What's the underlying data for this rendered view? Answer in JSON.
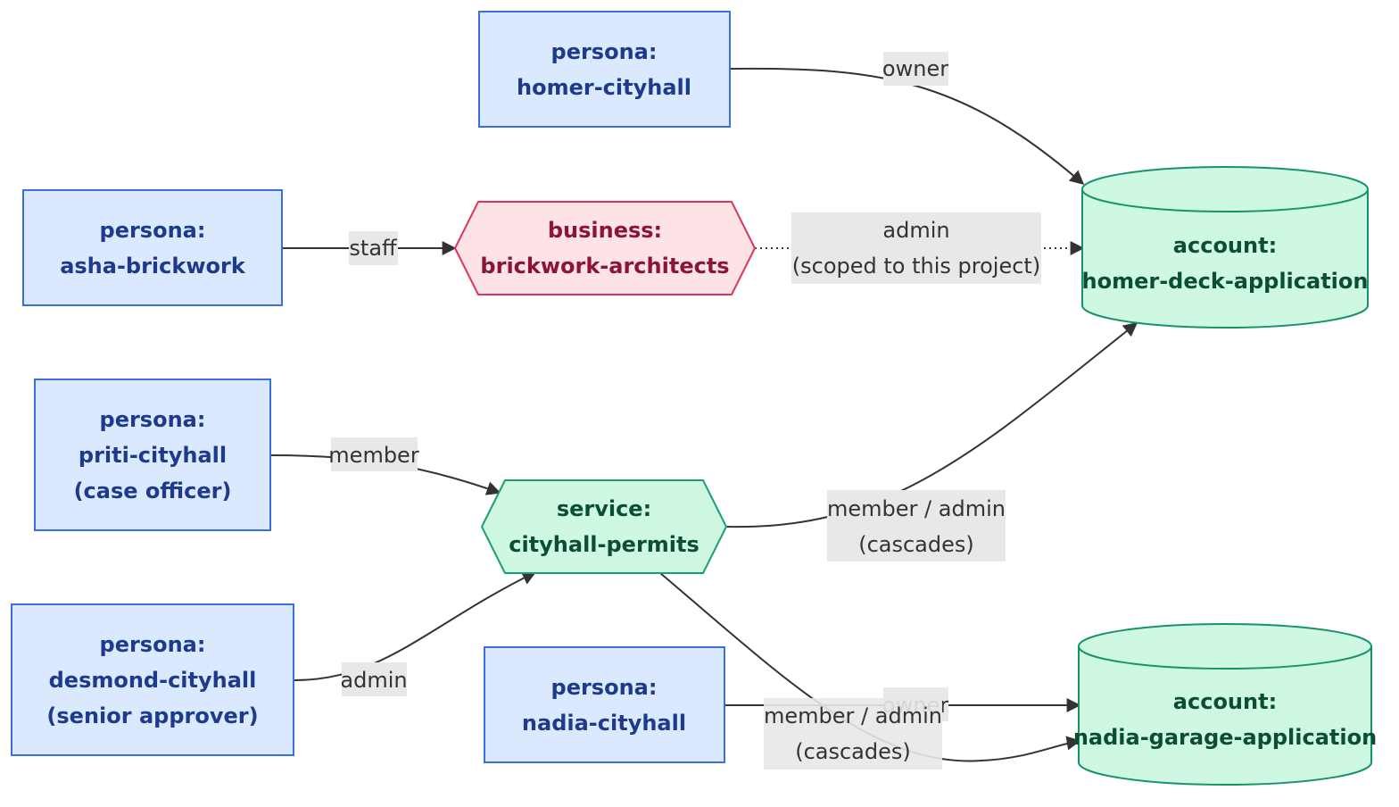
{
  "nodes": {
    "homer_cityhall": {
      "line1": "persona:",
      "line2": "homer-cityhall"
    },
    "asha_brickwork": {
      "line1": "persona:",
      "line2": "asha-brickwork"
    },
    "brickwork_architects": {
      "line1": "business:",
      "line2": "brickwork-architects"
    },
    "priti_cityhall": {
      "line1": "persona:",
      "line2": "priti-cityhall",
      "line3": "(case officer)"
    },
    "cityhall_permits": {
      "line1": "service:",
      "line2": "cityhall-permits"
    },
    "desmond_cityhall": {
      "line1": "persona:",
      "line2": "desmond-cityhall",
      "line3": "(senior approver)"
    },
    "nadia_cityhall": {
      "line1": "persona:",
      "line2": "nadia-cityhall"
    },
    "homer_deck_application": {
      "line1": "account:",
      "line2": "homer-deck-application"
    },
    "nadia_garage_application": {
      "line1": "account:",
      "line2": "nadia-garage-application"
    }
  },
  "edges": {
    "homer_owner": {
      "label": "owner"
    },
    "asha_staff": {
      "label": "staff"
    },
    "brickwork_admin": {
      "line1": "admin",
      "line2": "(scoped to this project)"
    },
    "priti_member": {
      "label": "member"
    },
    "permits_homer": {
      "line1": "member / admin",
      "line2": "(cascades)"
    },
    "desmond_admin": {
      "label": "admin"
    },
    "nadia_owner": {
      "label": "owner"
    },
    "permits_nadia": {
      "line1": "member / admin",
      "line2": "(cascades)"
    }
  },
  "colors": {
    "persona_fill": "#dbe9fe",
    "persona_stroke": "#3b6fe0",
    "business_fill": "#fde2e6",
    "business_stroke": "#dc3558",
    "service_fill": "#cff8e3",
    "service_stroke": "#17a06c",
    "account_fill": "#cff8e3",
    "account_stroke": "#17936a",
    "edge": "#333333",
    "label_bg": "#e8e8e8"
  }
}
